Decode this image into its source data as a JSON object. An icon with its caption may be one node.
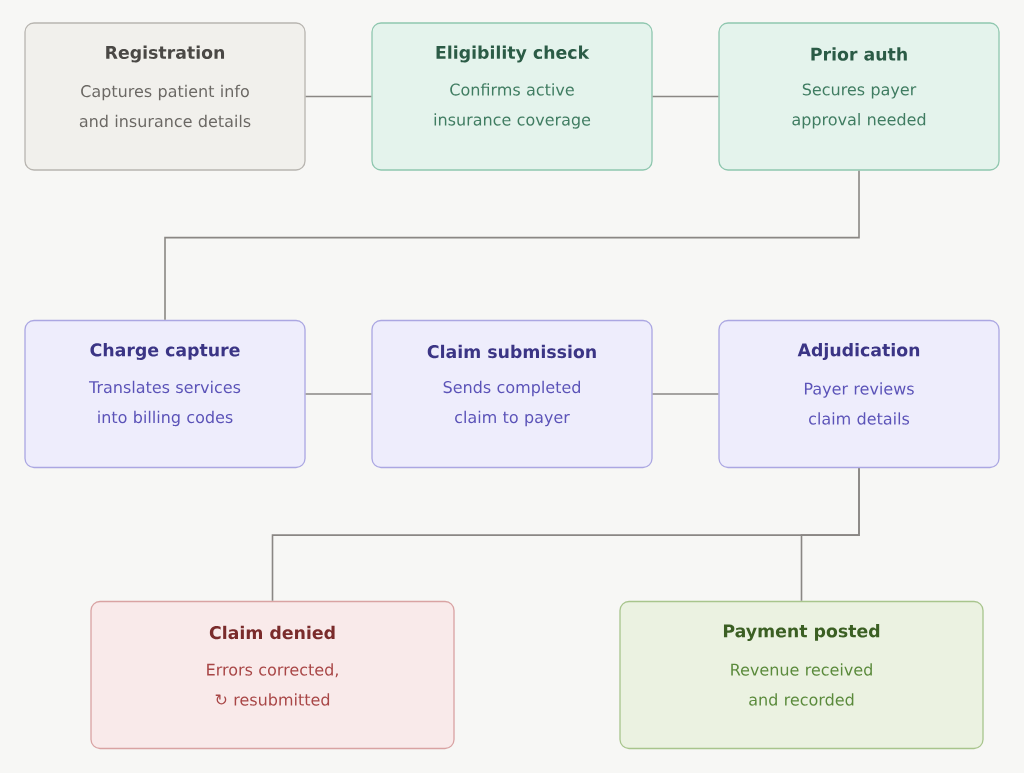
{
  "diagram": {
    "nodes": [
      {
        "text": [
          "Registration",
          "Captures patient info and insurance details"
        ]
      },
      {
        "text": [
          "Eligibility check",
          "Confirms active insurance coverage"
        ]
      },
      {
        "text": [
          "Prior auth",
          "Secures payer approval needed"
        ]
      },
      {
        "text": [
          "Charge capture",
          "Translates services into billing codes"
        ]
      },
      {
        "text": [
          "Claim submission",
          "Sends completed claim to payer"
        ]
      },
      {
        "text": [
          "Adjudication",
          "Payer reviews claim details"
        ]
      },
      {
        "text": [
          "Claim denied",
          "Errors corrected, ↻ resubmitted"
        ]
      },
      {
        "text": [
          "Payment posted",
          "Revenue received and recorded"
        ]
      }
    ],
    "edges": [
      {
        "from": 0,
        "to": 1,
        "arrow": "none"
      },
      {
        "from": 1,
        "to": 2,
        "arrow": "none"
      },
      {
        "from": 2,
        "to": 3,
        "arrow": "none"
      },
      {
        "from": 3,
        "to": 4,
        "arrow": "none"
      },
      {
        "from": 4,
        "to": 5,
        "arrow": "none"
      },
      {
        "from": 5,
        "to": 6,
        "arrow": "none"
      },
      {
        "from": 5,
        "to": 7,
        "arrow": "none"
      }
    ]
  }
}
